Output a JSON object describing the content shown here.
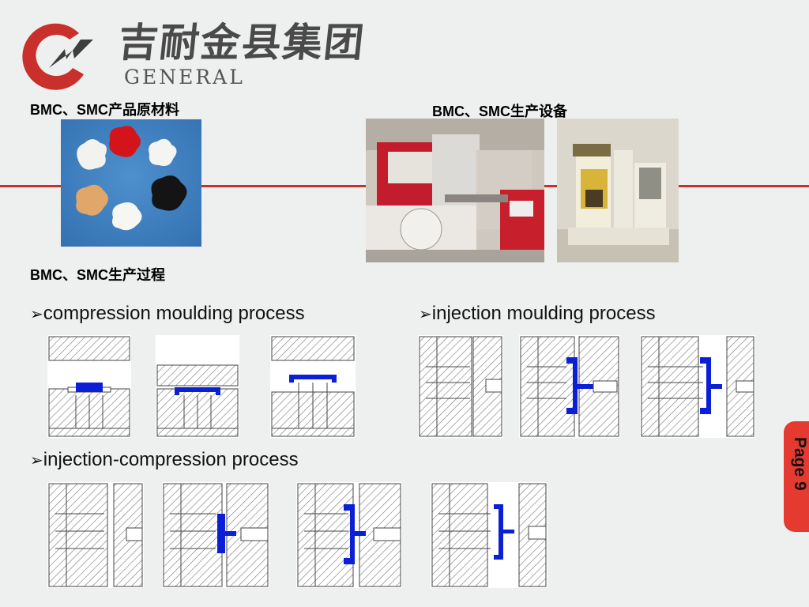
{
  "header": {
    "company_cn": "吉耐金县集团",
    "company_en": "GENERAL"
  },
  "sections": {
    "raw_materials_label": "BMC、SMC产品原材料",
    "equipment_label": "BMC、SMC生产设备",
    "process_label": "BMC、SMC生产过程"
  },
  "processes": {
    "compression": "compression moulding process",
    "injection": "injection moulding process",
    "injection_compression": "injection-compression process"
  },
  "page_tab": {
    "label": "Page 9"
  },
  "colors": {
    "accent_red": "#c9302c",
    "tab_red": "#e43a2f",
    "material_blue": "#0a1fd6"
  }
}
